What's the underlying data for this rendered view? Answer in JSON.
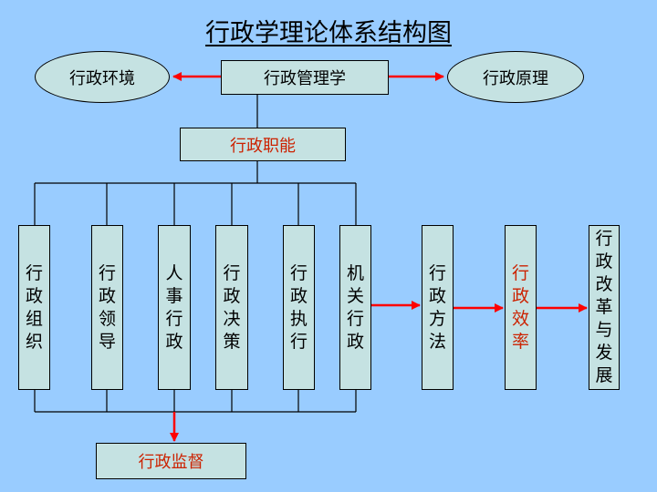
{
  "title": "行政学理论体系结构图",
  "nodes": {
    "admin_environment": "行政环境",
    "public_administration": "行政管理学",
    "admin_principles": "行政原理",
    "admin_functions": "行政职能",
    "admin_organization": "行政组织",
    "admin_leadership": "行政领导",
    "personnel_administration": "人事行政",
    "admin_decision": "行政决策",
    "admin_execution": "行政执行",
    "government_office": "机关行政",
    "admin_methods": "行政方法",
    "admin_efficiency": "行政效率",
    "admin_reform": "行政改革与发展",
    "admin_supervision": "行政监督"
  },
  "colors": {
    "background": "#99ccff",
    "box_fill": "#c5e2e2",
    "arrow": "#ff0000",
    "highlight_text": "#cc2200"
  }
}
